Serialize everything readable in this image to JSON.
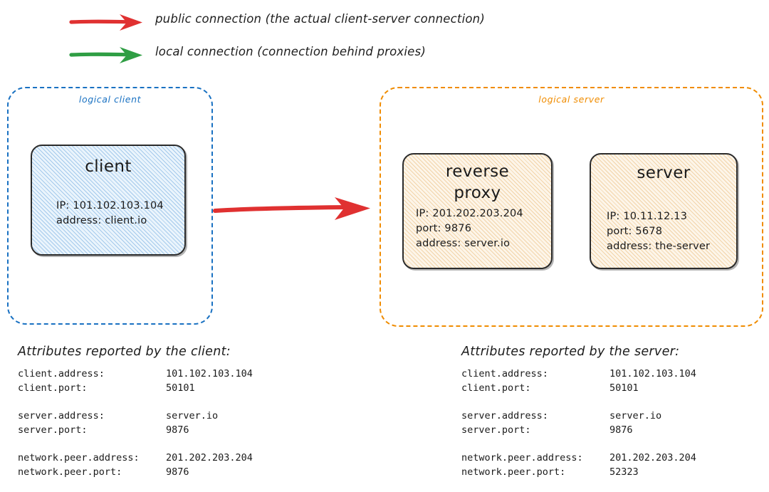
{
  "legend": {
    "items": [
      {
        "icon": "red-arrow-icon",
        "color": "#e03131",
        "label": "public connection (the actual client-server connection)"
      },
      {
        "icon": "green-arrow-icon",
        "color": "#2f9e44",
        "label": "local connection (connection behind proxies)"
      }
    ]
  },
  "groups": {
    "client": {
      "label": "logical client",
      "color": "#1971c2"
    },
    "server": {
      "label": "logical server",
      "color": "#f08c00"
    }
  },
  "nodes": {
    "client": {
      "title": "client",
      "details": "IP: 101.102.103.104\naddress: client.io"
    },
    "reverse_proxy": {
      "title": "reverse\nproxy",
      "details": "IP: 201.202.203.204\nport: 9876\naddress: server.io"
    },
    "server": {
      "title": "server",
      "details": "IP: 10.11.12.13\nport: 5678\naddress: the-server"
    }
  },
  "connection": {
    "public_arrow_color": "#e03131"
  },
  "attributes": {
    "client_table": {
      "heading": "Attributes reported by the client:",
      "rows": [
        {
          "key": "client.address:",
          "value": "101.102.103.104"
        },
        {
          "key": "client.port:",
          "value": "50101"
        },
        {
          "key": "",
          "value": ""
        },
        {
          "key": "server.address:",
          "value": "server.io"
        },
        {
          "key": "server.port:",
          "value": "9876"
        },
        {
          "key": "",
          "value": ""
        },
        {
          "key": "network.peer.address:",
          "value": "201.202.203.204"
        },
        {
          "key": "network.peer.port:",
          "value": "9876"
        }
      ]
    },
    "server_table": {
      "heading": "Attributes reported by the server:",
      "rows": [
        {
          "key": "client.address:",
          "value": "101.102.103.104"
        },
        {
          "key": "client.port:",
          "value": "50101"
        },
        {
          "key": "",
          "value": ""
        },
        {
          "key": "server.address:",
          "value": "server.io"
        },
        {
          "key": "server.port:",
          "value": "9876"
        },
        {
          "key": "",
          "value": ""
        },
        {
          "key": "network.peer.address:",
          "value": "201.202.203.204"
        },
        {
          "key": "network.peer.port:",
          "value": "52323"
        }
      ]
    }
  }
}
